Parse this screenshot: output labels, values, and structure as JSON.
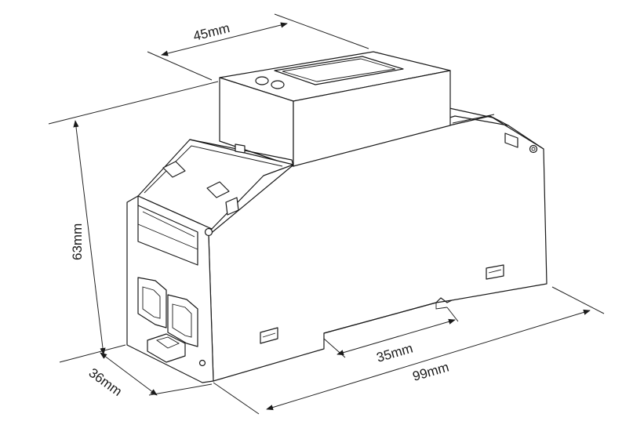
{
  "dimensions": {
    "width_top": "45mm",
    "height": "63mm",
    "depth": "36mm",
    "length_total": "99mm",
    "rail_gap": "35mm"
  },
  "colors": {
    "line": "#1a1a1a",
    "background": "#ffffff"
  }
}
